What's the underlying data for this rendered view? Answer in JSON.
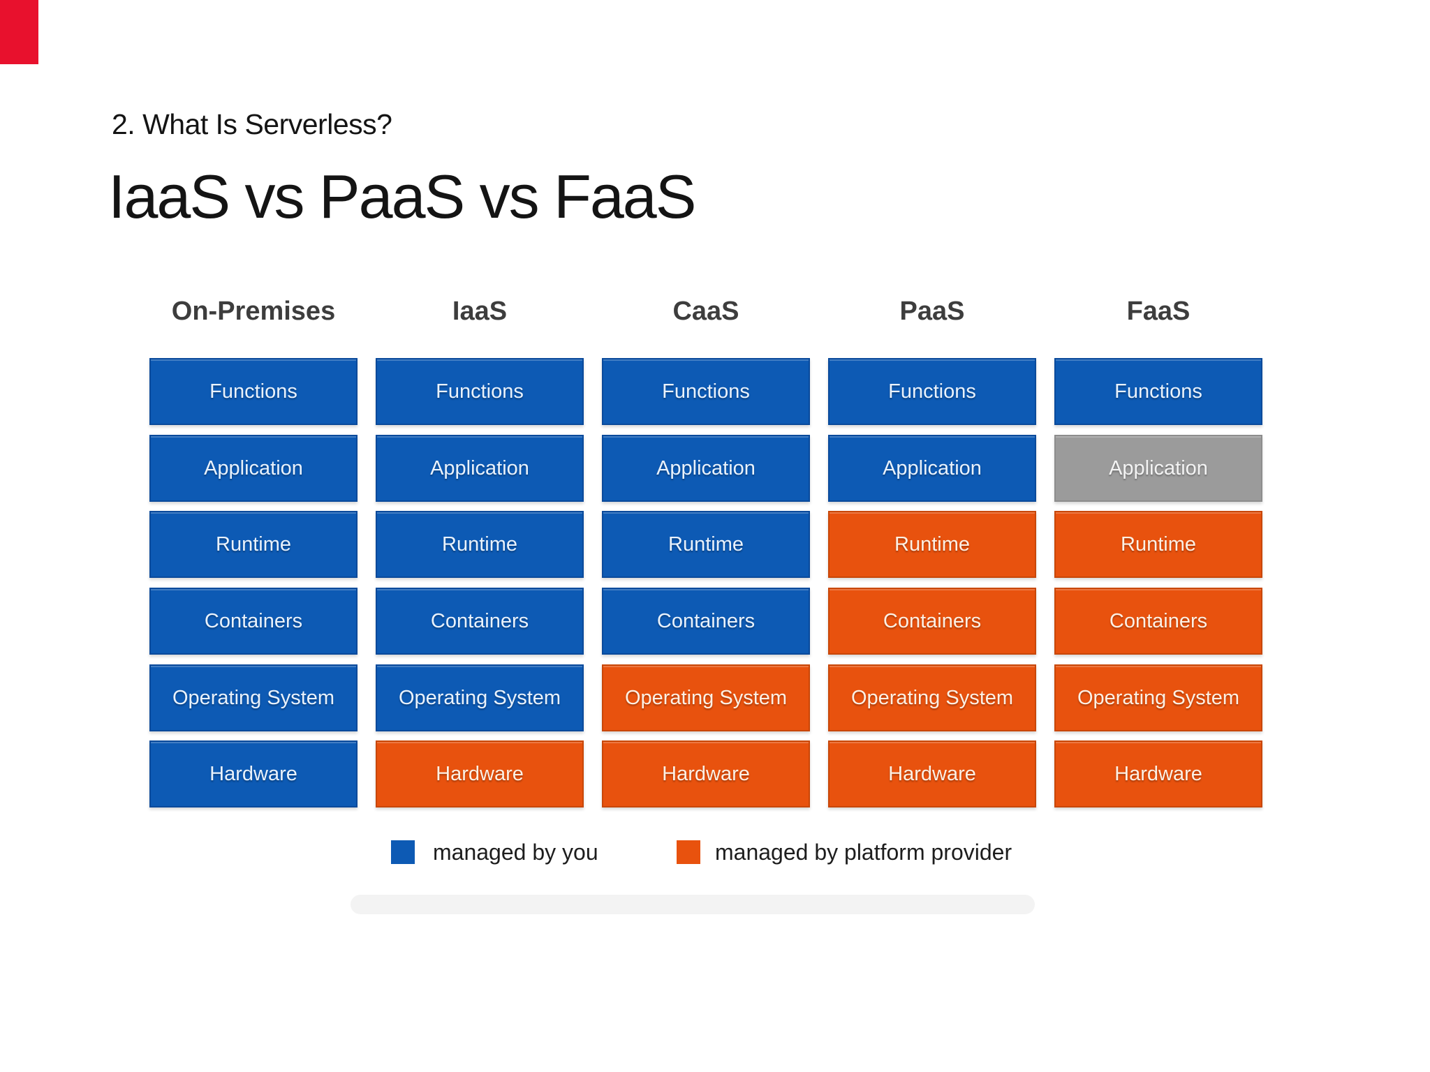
{
  "page": {
    "kicker": "2. What Is Serverless?",
    "title": "IaaS vs PaaS vs FaaS"
  },
  "colors": {
    "managed_by_you": "#0d5ab4",
    "managed_by_provider": "#e8520e",
    "unmanaged": "#9b9b9b",
    "red_marker": "#e8112d"
  },
  "chart_data": {
    "type": "table",
    "title": "IaaS vs PaaS vs FaaS",
    "row_labels": [
      "Functions",
      "Application",
      "Runtime",
      "Containers",
      "Operating System",
      "Hardware"
    ],
    "columns": [
      {
        "name": "On-Premises",
        "cells": [
          "you",
          "you",
          "you",
          "you",
          "you",
          "you"
        ]
      },
      {
        "name": "IaaS",
        "cells": [
          "you",
          "you",
          "you",
          "you",
          "you",
          "provider"
        ]
      },
      {
        "name": "CaaS",
        "cells": [
          "you",
          "you",
          "you",
          "you",
          "provider",
          "provider"
        ]
      },
      {
        "name": "PaaS",
        "cells": [
          "you",
          "you",
          "provider",
          "provider",
          "provider",
          "provider"
        ]
      },
      {
        "name": "FaaS",
        "cells": [
          "you",
          "unmanaged",
          "provider",
          "provider",
          "provider",
          "provider"
        ]
      }
    ],
    "legend": [
      {
        "key": "you",
        "label": "managed by you"
      },
      {
        "key": "provider",
        "label": "managed by platform provider"
      }
    ]
  }
}
